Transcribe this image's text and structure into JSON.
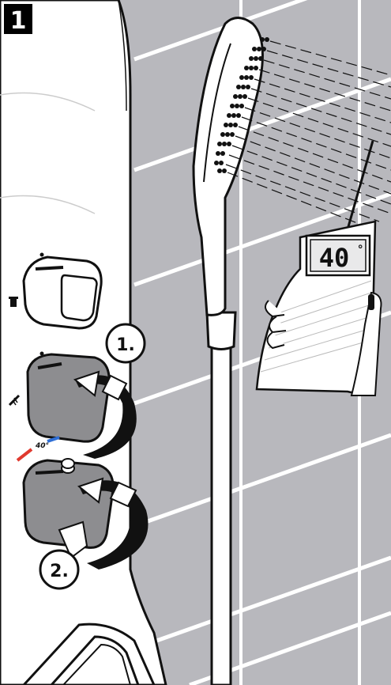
{
  "step_badge": {
    "number": "1",
    "bg_color": "#000000",
    "text_color": "#ffffff"
  },
  "callouts": [
    {
      "text": "1."
    },
    {
      "text": "2."
    }
  ],
  "temperature_scale": {
    "text": "40°",
    "hot_color": "#e03a2f",
    "cold_color": "#2f6fd6"
  },
  "thermometer": {
    "display_value": "40",
    "unit_symbol": "°"
  },
  "icons": {
    "diverter_top": "bathtub-spout-icon",
    "diverter_bottom": "hand-shower-icon",
    "safety_button": "safety-stop-button-icon"
  },
  "colors": {
    "wall": "#b8b8bd",
    "tile_line": "#ffffff",
    "column": "#ffffff",
    "knob_gray": "#8d8d90",
    "outline": "#111111"
  }
}
